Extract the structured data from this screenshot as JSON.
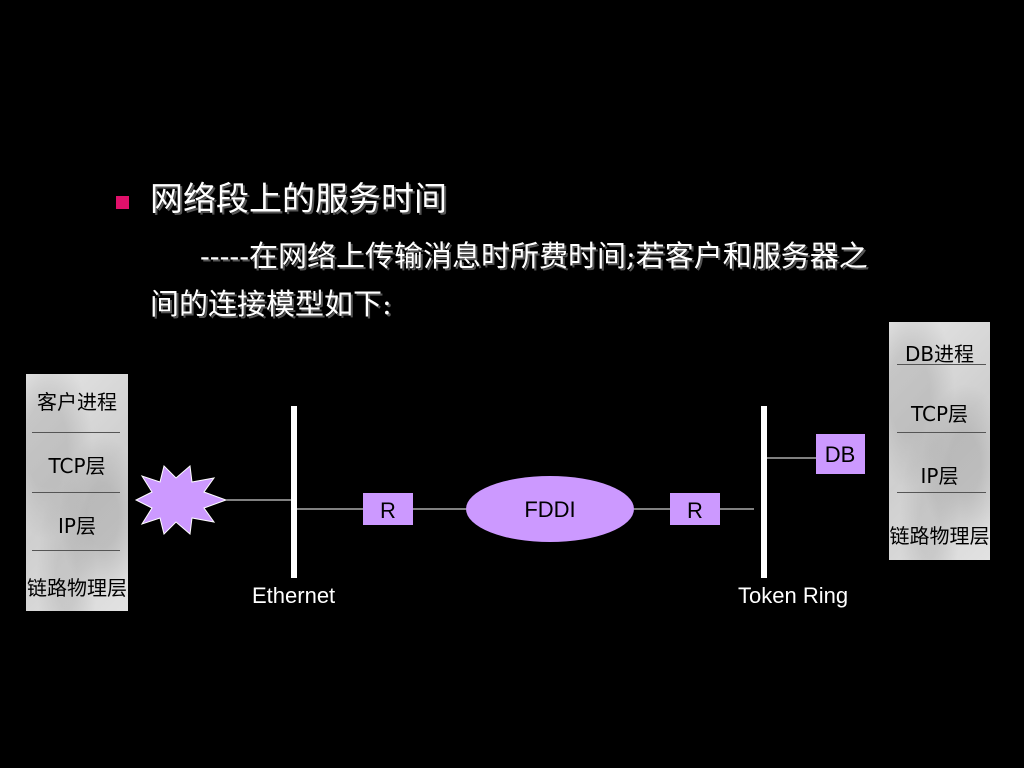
{
  "heading": "网络段上的服务时间",
  "description_line1": "-----在网络上传输消息时所费时间;若客户和服务器之",
  "description_line2": "间的连接模型如下:",
  "client_stack": [
    "客户进程",
    "TCP层",
    "IP层",
    "链路物理层"
  ],
  "server_stack": [
    "DB进程",
    "TCP层",
    "IP层",
    "链路物理层"
  ],
  "router_left_label": "R",
  "router_right_label": "R",
  "fddi_label": "FDDI",
  "db_label": "DB",
  "ethernet_label": "Ethernet",
  "token_ring_label": "Token Ring",
  "colors": {
    "accent_node": "#cc99ff",
    "bullet": "#e0106a",
    "background": "#000000",
    "line": "#ffffff"
  }
}
